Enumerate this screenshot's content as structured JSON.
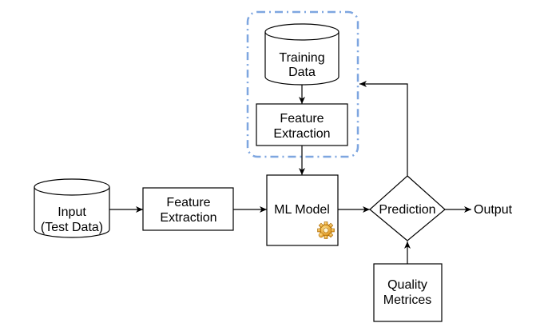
{
  "diagram": {
    "nodes": {
      "training_data": {
        "line1": "Training",
        "line2": "Data"
      },
      "feature_extraction_top": {
        "line1": "Feature",
        "line2": "Extraction"
      },
      "input_test_data": {
        "line1": "Input",
        "line2": "(Test Data)"
      },
      "feature_extraction_left": {
        "line1": "Feature",
        "line2": "Extraction"
      },
      "ml_model": {
        "label": "ML Model"
      },
      "prediction": {
        "label": "Prediction"
      },
      "output": {
        "label": "Output"
      },
      "quality_metrices": {
        "line1": "Quality",
        "line2": "Metrices"
      }
    },
    "icons": {
      "ml_model_icon": "gear-icon"
    },
    "colors": {
      "stroke": "#000000",
      "group_border": "#7ea6e0",
      "gear": "#e8a321",
      "background": "#ffffff"
    }
  }
}
